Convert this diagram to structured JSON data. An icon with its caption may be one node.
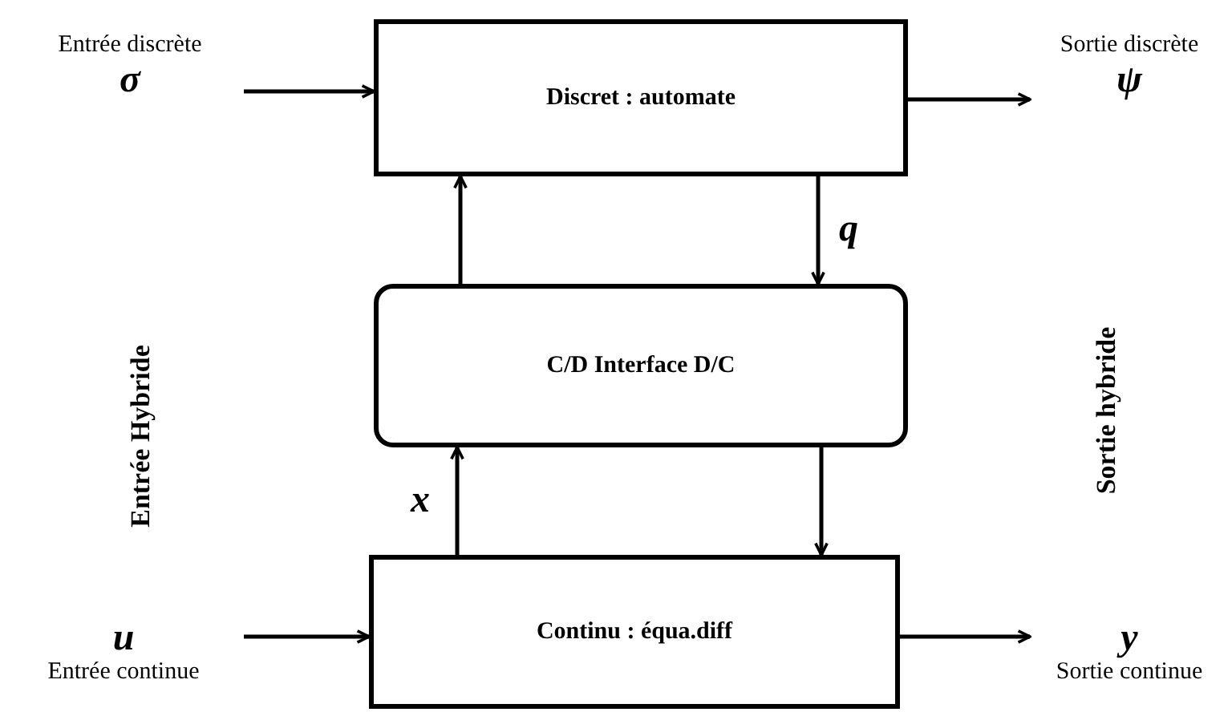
{
  "diagram": {
    "nodes": [
      {
        "text": [
          "Discret : automate"
        ]
      },
      {
        "text": [
          "C/D Interface D/C"
        ]
      },
      {
        "text": [
          "Continu : équa.diff"
        ]
      },
      {
        "text": [
          "Entrée discrète",
          "σ"
        ]
      },
      {
        "text": [
          "Sortie discrète",
          "ψ"
        ]
      },
      {
        "text": [
          "u",
          "Entrée continue"
        ]
      },
      {
        "text": [
          "y",
          "Sortie continue"
        ]
      }
    ],
    "edges": [
      {
        "from": 3,
        "to": 0,
        "arrow": "to"
      },
      {
        "from": 0,
        "to": 4,
        "arrow": "to"
      },
      {
        "from": 1,
        "to": 0,
        "arrow": "to"
      },
      {
        "from": 0,
        "to": 1,
        "arrow": "to",
        "label": "q"
      },
      {
        "from": 2,
        "to": 1,
        "arrow": "to",
        "label": "x"
      },
      {
        "from": 1,
        "to": 2,
        "arrow": "to"
      },
      {
        "from": 5,
        "to": 2,
        "arrow": "to"
      },
      {
        "from": 2,
        "to": 6,
        "arrow": "to"
      }
    ],
    "labels": [
      "Entrée Hybride",
      "Sortie hybride"
    ]
  }
}
